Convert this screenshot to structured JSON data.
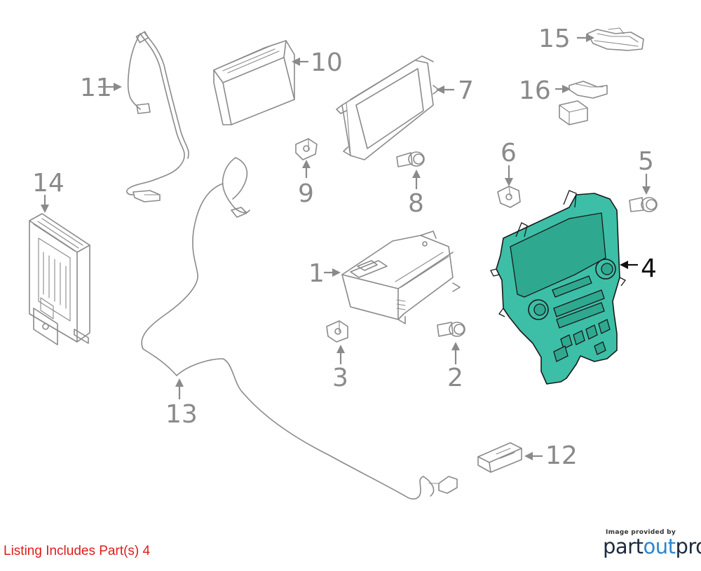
{
  "callouts": {
    "c1": "1",
    "c2": "2",
    "c3": "3",
    "c4": "4",
    "c5": "5",
    "c6": "6",
    "c7": "7",
    "c8": "8",
    "c9": "9",
    "c10": "10",
    "c11": "11",
    "c12": "12",
    "c13": "13",
    "c14": "14",
    "c15": "15",
    "c16": "16"
  },
  "highlighted_part": "4",
  "highlight_color": "#3cbfa6",
  "listing_text": "Listing Includes Part(s) 4",
  "listing_color": "#e01b1b",
  "brand": {
    "provided_by": "Image provided by",
    "name_part": "part",
    "name_out": "out",
    "name_pro": "pro"
  }
}
